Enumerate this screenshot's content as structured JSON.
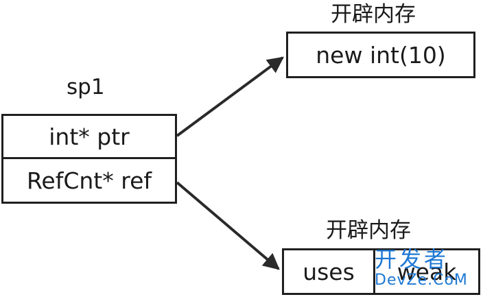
{
  "sp1": {
    "title": "sp1",
    "field_ptr": "int* ptr",
    "field_ref": "RefCnt* ref"
  },
  "heap_int": {
    "caption": "开辟内存",
    "content": "new int(10)"
  },
  "heap_refcnt": {
    "caption": "开辟内存",
    "field_uses": "uses",
    "field_weak": "weak"
  },
  "watermark": {
    "top": "开发者",
    "bottom": "DevZe.CoM"
  },
  "colors": {
    "stroke": "#1f1f1f",
    "watermark": "#1d78d4"
  }
}
